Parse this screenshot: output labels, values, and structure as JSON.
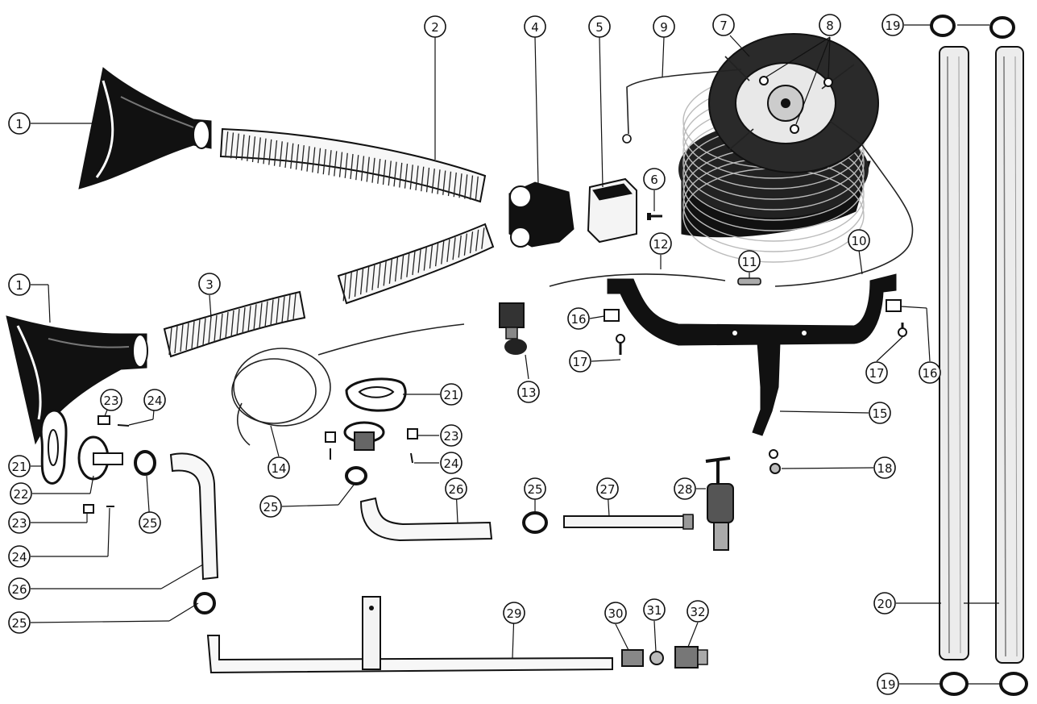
{
  "diagram": {
    "callouts": [
      {
        "id": "c1a",
        "label": "1"
      },
      {
        "id": "c1b",
        "label": "1"
      },
      {
        "id": "c2",
        "label": "2"
      },
      {
        "id": "c3",
        "label": "3"
      },
      {
        "id": "c4",
        "label": "4"
      },
      {
        "id": "c5",
        "label": "5"
      },
      {
        "id": "c6",
        "label": "6"
      },
      {
        "id": "c7",
        "label": "7"
      },
      {
        "id": "c8",
        "label": "8"
      },
      {
        "id": "c9",
        "label": "9"
      },
      {
        "id": "c10",
        "label": "10"
      },
      {
        "id": "c11",
        "label": "11"
      },
      {
        "id": "c12",
        "label": "12"
      },
      {
        "id": "c13",
        "label": "13"
      },
      {
        "id": "c14",
        "label": "14"
      },
      {
        "id": "c15",
        "label": "15"
      },
      {
        "id": "c16a",
        "label": "16"
      },
      {
        "id": "c16b",
        "label": "16"
      },
      {
        "id": "c17a",
        "label": "17"
      },
      {
        "id": "c17b",
        "label": "17"
      },
      {
        "id": "c18",
        "label": "18"
      },
      {
        "id": "c19a",
        "label": "19"
      },
      {
        "id": "c19b",
        "label": "19"
      },
      {
        "id": "c20",
        "label": "20"
      },
      {
        "id": "c21a",
        "label": "21"
      },
      {
        "id": "c21b",
        "label": "21"
      },
      {
        "id": "c22",
        "label": "22"
      },
      {
        "id": "c23a",
        "label": "23"
      },
      {
        "id": "c23b",
        "label": "23"
      },
      {
        "id": "c23c",
        "label": "23"
      },
      {
        "id": "c24a",
        "label": "24"
      },
      {
        "id": "c24b",
        "label": "24"
      },
      {
        "id": "c24c",
        "label": "24"
      },
      {
        "id": "c25a",
        "label": "25"
      },
      {
        "id": "c25b",
        "label": "25"
      },
      {
        "id": "c25c",
        "label": "25"
      },
      {
        "id": "c25d",
        "label": "25"
      },
      {
        "id": "c26a",
        "label": "26"
      },
      {
        "id": "c26b",
        "label": "26"
      },
      {
        "id": "c27",
        "label": "27"
      },
      {
        "id": "c28",
        "label": "28"
      },
      {
        "id": "c29",
        "label": "29"
      },
      {
        "id": "c30",
        "label": "30"
      },
      {
        "id": "c31",
        "label": "31"
      },
      {
        "id": "c32",
        "label": "32"
      }
    ]
  }
}
